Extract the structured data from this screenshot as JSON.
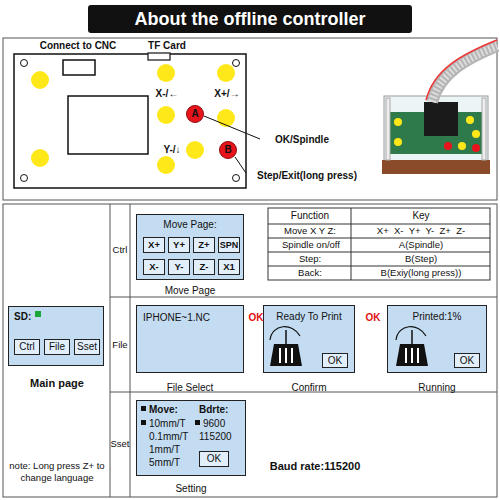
{
  "diagram": {
    "title": "About the offline controller",
    "nodes": [
      {
        "text": [
          "A"
        ]
      },
      {
        "text": [
          "B"
        ]
      },
      {
        "text": [
          "SD:",
          "Main page"
        ]
      },
      {
        "text": [
          "Ctrl"
        ],
        "in": 2
      },
      {
        "text": [
          "File"
        ],
        "in": 2
      },
      {
        "text": [
          "Sset"
        ],
        "in": 2
      },
      {
        "text": [
          "Ctrl"
        ]
      },
      {
        "text": [
          "Move Page:",
          "Move Page"
        ]
      },
      {
        "text": [
          "X+"
        ],
        "in": 7
      },
      {
        "text": [
          "Y+"
        ],
        "in": 7
      },
      {
        "text": [
          "Z+"
        ],
        "in": 7
      },
      {
        "text": [
          "SPN"
        ],
        "in": 7
      },
      {
        "text": [
          "X-"
        ],
        "in": 7
      },
      {
        "text": [
          "Y-"
        ],
        "in": 7
      },
      {
        "text": [
          "Z-"
        ],
        "in": 7
      },
      {
        "text": [
          "X1"
        ],
        "in": 7
      },
      {
        "text": [
          "File"
        ]
      },
      {
        "text": [
          "IPHONE~1.NC",
          "File Select"
        ]
      },
      {
        "text": [
          "Ready To Print",
          "Confirm"
        ]
      },
      {
        "text": [
          "OK"
        ],
        "in": 18
      },
      {
        "text": [
          "Printed:1%",
          "Running"
        ]
      },
      {
        "text": [
          "OK"
        ],
        "in": 20
      },
      {
        "text": [
          "Sset"
        ]
      },
      {
        "text": [
          "Move:",
          "Bdrte:",
          "10mm/T",
          "0.1mm/T",
          "1mm/T",
          "5mm/T",
          "9600",
          "115200",
          "Setting"
        ]
      },
      {
        "text": [
          "OK"
        ],
        "in": 23
      }
    ],
    "labels": [
      "Connect to CNC",
      "TF Card",
      "X-/←",
      "X+/→",
      "Y-/↓",
      "OK/Spindle",
      "Step/Exit(long press)",
      "Function",
      "Key",
      "Move X Y Z:",
      "X+  X-  Y+  Y-  Z+  Z-",
      "Spindle on/off",
      "A(Spindle)",
      "Step:",
      "B(Step)",
      "Back:",
      "B(Exiy(long press))",
      "OK",
      "OK",
      "Baud rate:115200",
      "note: Long press Z+ to change language"
    ]
  }
}
